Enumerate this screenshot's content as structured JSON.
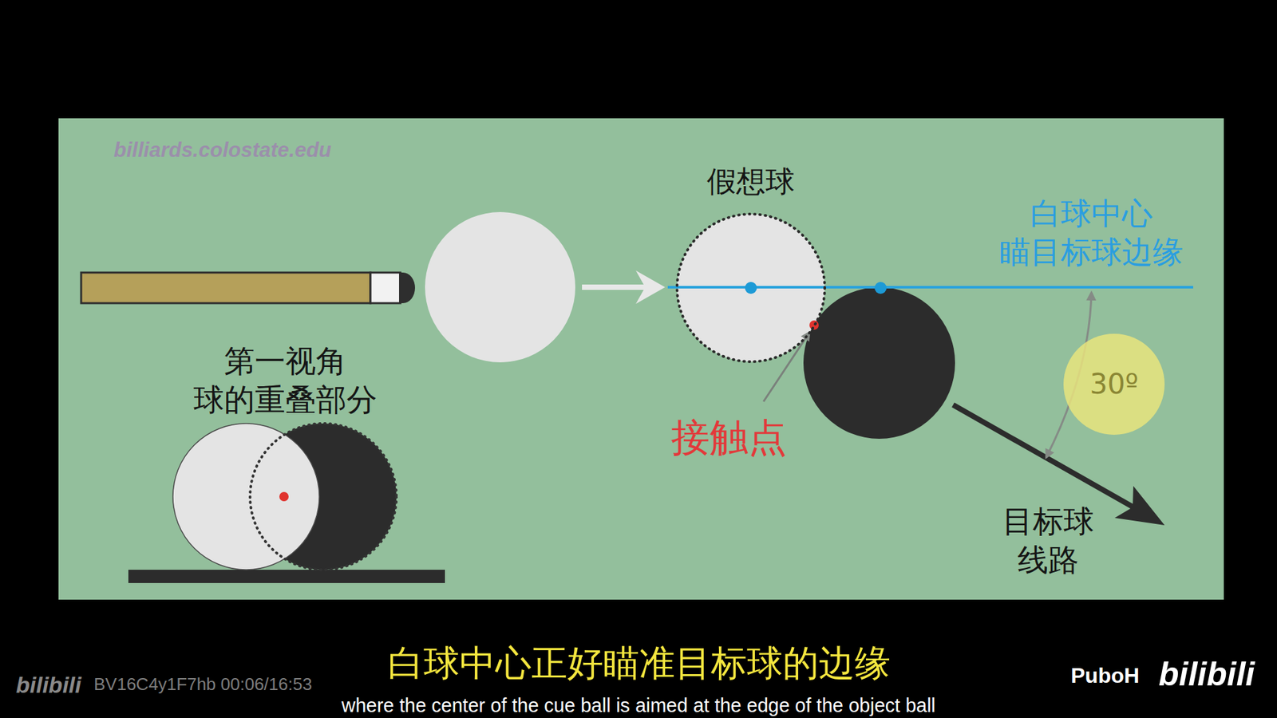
{
  "diagram": {
    "nodes": [
      {
        "text": [
          "假想球"
        ]
      },
      {
        "text": [
          "30º"
        ]
      }
    ],
    "labels": [
      "billiards.colostate.edu",
      "白球中心 瞄目标球边缘",
      "接触点",
      "目标球 线路",
      "第一视角 球的重叠部分",
      "白球中心正好瞄准目标球的边缘",
      "where the center of the cue ball is aimed at the edge of the object ball",
      "bilibili",
      "BV16C4y1F7hb 00:06/16:53",
      "PuboH",
      "bilibili"
    ]
  }
}
